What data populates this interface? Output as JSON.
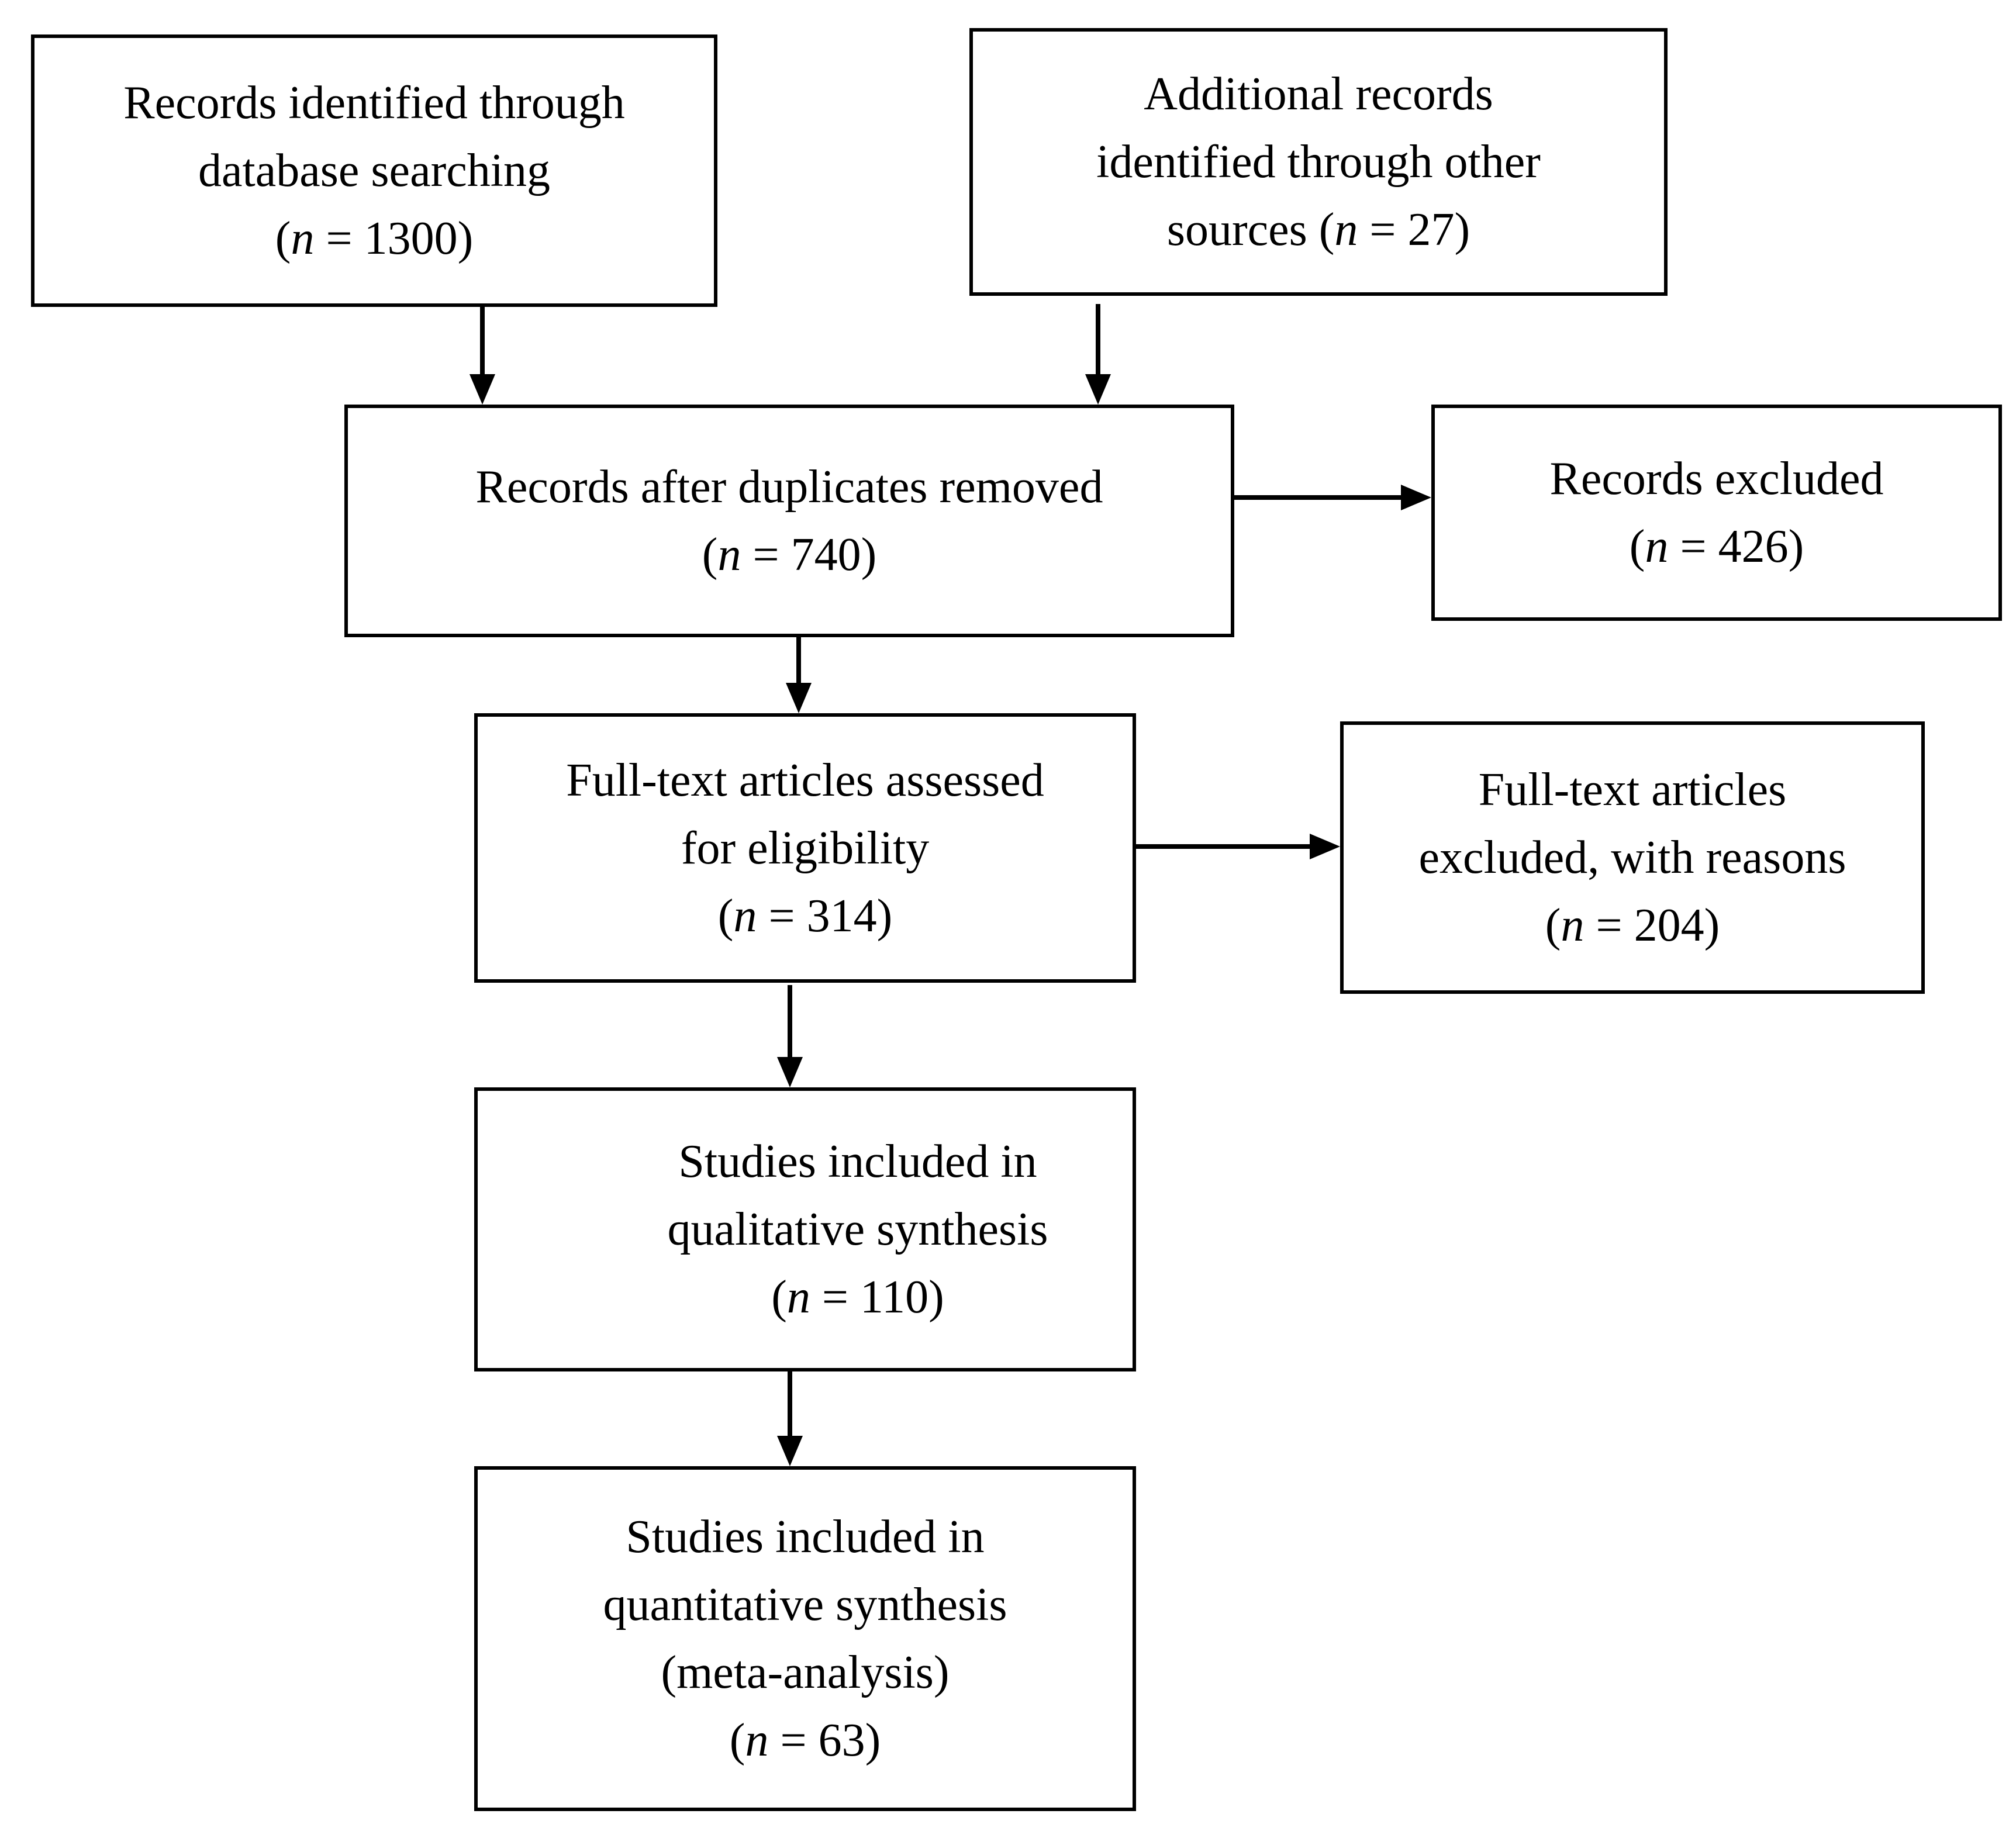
{
  "flow": {
    "identification": {
      "database": {
        "lines": [
          "Records identified through",
          "database searching"
        ],
        "n_prefix": "(",
        "n_symbol": "n",
        "n_equals": " = ",
        "n_value": "1300",
        "n_suffix": ")"
      },
      "other_sources": {
        "lines": [
          "Additional records",
          "identified through other"
        ],
        "last_line_text": "sources (",
        "n_symbol": "n",
        "n_equals": " = ",
        "n_value": "27",
        "n_suffix": ")"
      }
    },
    "screening": {
      "after_duplicates": {
        "lines": [
          "Records after duplicates removed"
        ],
        "n_prefix": "(",
        "n_symbol": "n",
        "n_equals": " = ",
        "n_value": "740",
        "n_suffix": ")"
      },
      "excluded": {
        "lines": [
          "Records excluded"
        ],
        "n_prefix": "(",
        "n_symbol": "n",
        "n_equals": " = ",
        "n_value": "426",
        "n_suffix": ")"
      }
    },
    "eligibility": {
      "assessed": {
        "lines": [
          "Full-text articles assessed",
          "for eligibility"
        ],
        "n_prefix": "(",
        "n_symbol": "n",
        "n_equals": " = ",
        "n_value": "314",
        "n_suffix": ")"
      },
      "excluded": {
        "lines": [
          "Full-text articles",
          "excluded, with reasons"
        ],
        "n_prefix": "(",
        "n_symbol": "n",
        "n_equals": " = ",
        "n_value": "204",
        "n_suffix": ")"
      }
    },
    "included": {
      "qualitative": {
        "lines": [
          "Studies included in",
          "qualitative synthesis"
        ],
        "n_prefix": "(",
        "n_symbol": "n",
        "n_equals": " = ",
        "n_value": "110",
        "n_suffix": ")"
      },
      "quantitative": {
        "lines": [
          "Studies included in",
          "quantitative synthesis",
          "(meta-analysis)"
        ],
        "n_prefix": "(",
        "n_symbol": "n",
        "n_equals": " = ",
        "n_value": "63",
        "n_suffix": ")"
      }
    }
  },
  "colors": {
    "stroke": "#000000",
    "background": "#ffffff"
  }
}
